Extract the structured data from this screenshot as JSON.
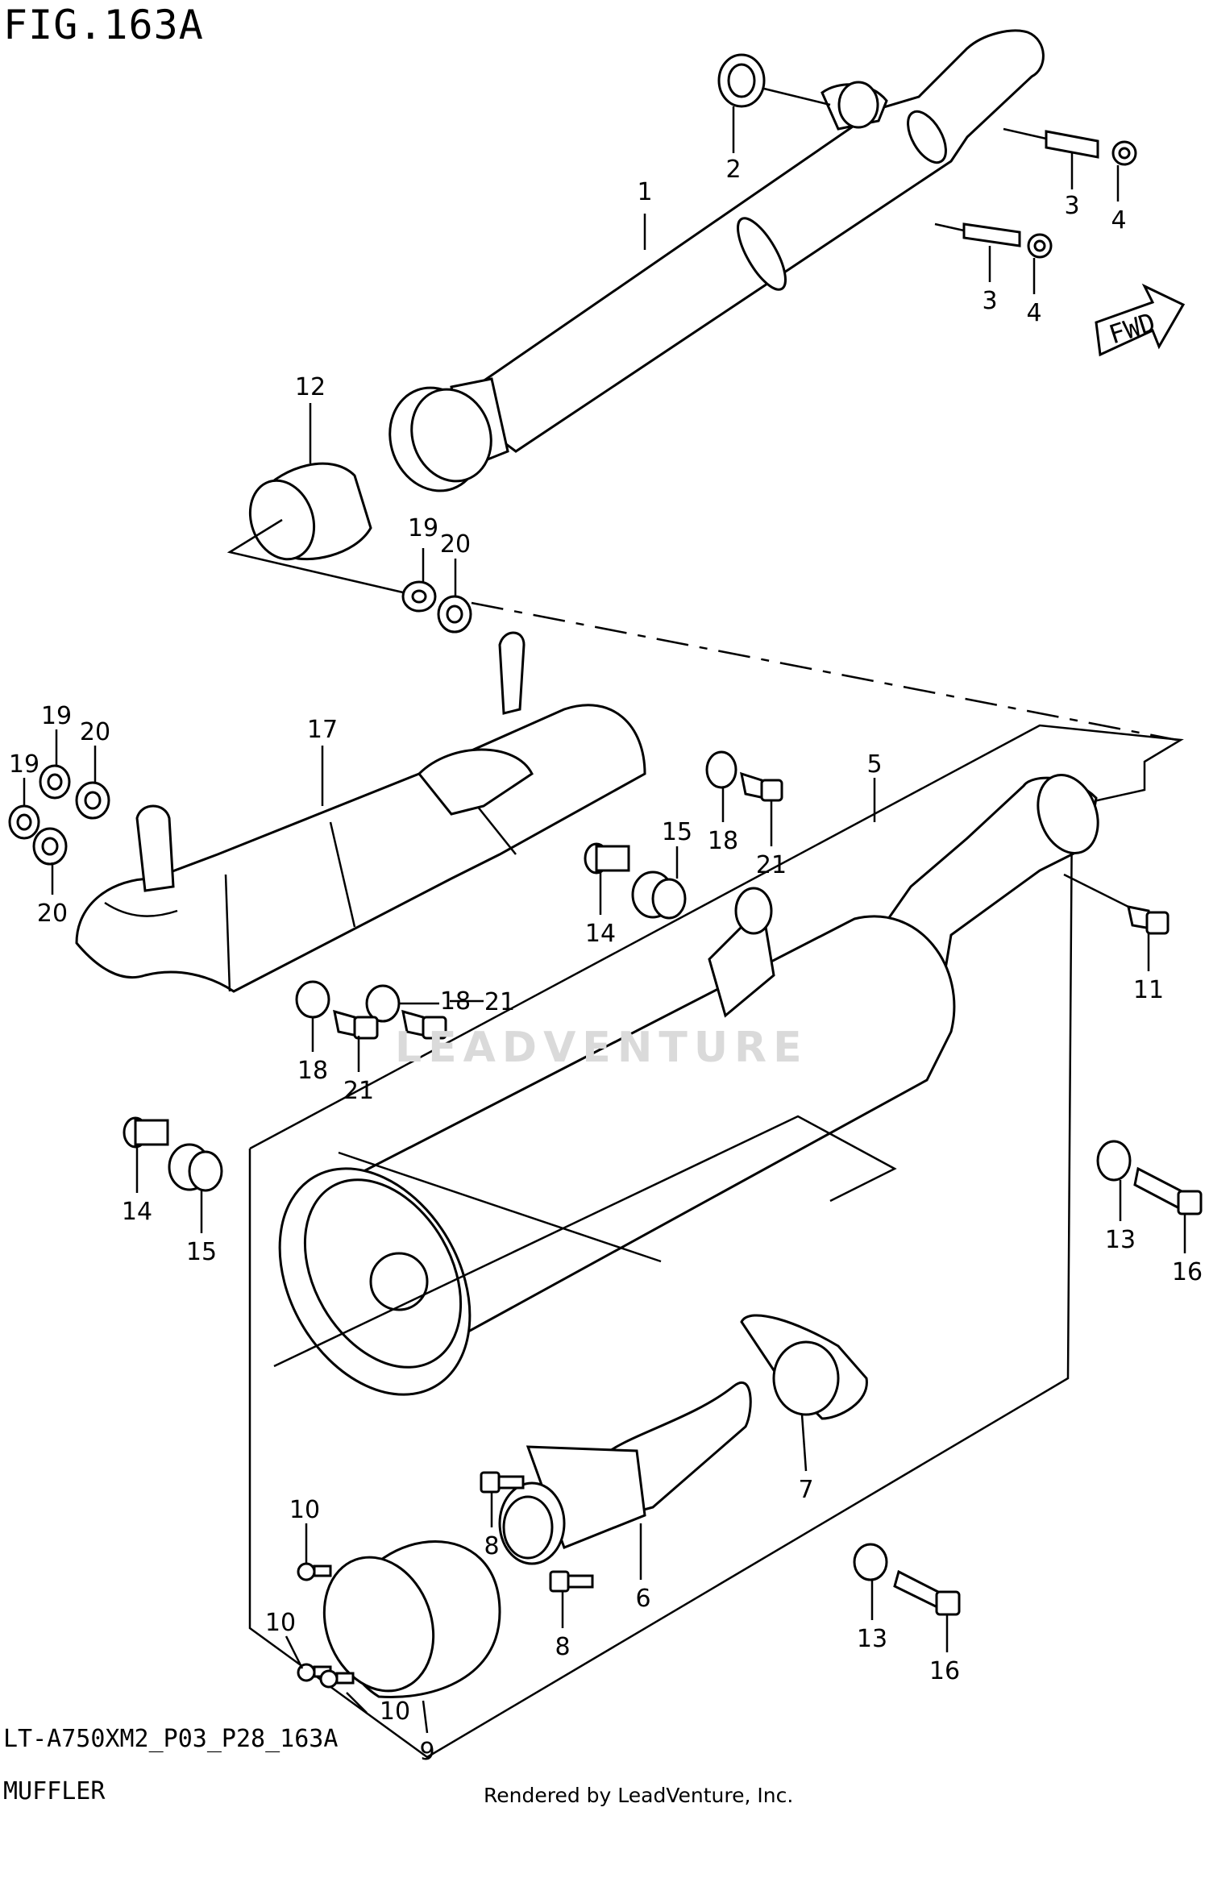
{
  "figure": {
    "title": "FIG.163A",
    "code": "LT-A750XM2_P03_P28_163A",
    "name": "MUFFLER",
    "render_credit": "Rendered by LeadVenture, Inc.",
    "watermark": "LEADVENTURE",
    "fwd_label": "FWD"
  },
  "callouts": [
    {
      "id": "c1",
      "label": "1"
    },
    {
      "id": "c2",
      "label": "2"
    },
    {
      "id": "c3a",
      "label": "3"
    },
    {
      "id": "c4a",
      "label": "4"
    },
    {
      "id": "c3b",
      "label": "3"
    },
    {
      "id": "c4b",
      "label": "4"
    },
    {
      "id": "c12",
      "label": "12"
    },
    {
      "id": "c19a",
      "label": "19"
    },
    {
      "id": "c20a",
      "label": "20"
    },
    {
      "id": "c17",
      "label": "17"
    },
    {
      "id": "c5",
      "label": "5"
    },
    {
      "id": "c19b",
      "label": "19"
    },
    {
      "id": "c20b",
      "label": "20"
    },
    {
      "id": "c19c",
      "label": "19"
    },
    {
      "id": "c20c",
      "label": "20"
    },
    {
      "id": "c18a",
      "label": "18"
    },
    {
      "id": "c21a",
      "label": "21"
    },
    {
      "id": "c15a",
      "label": "15"
    },
    {
      "id": "c14a",
      "label": "14"
    },
    {
      "id": "c11",
      "label": "11"
    },
    {
      "id": "c18b",
      "label": "18"
    },
    {
      "id": "c21b",
      "label": "21"
    },
    {
      "id": "c18c",
      "label": "18"
    },
    {
      "id": "c21c",
      "label": "21"
    },
    {
      "id": "c14b",
      "label": "14"
    },
    {
      "id": "c15b",
      "label": "15"
    },
    {
      "id": "c13a",
      "label": "13"
    },
    {
      "id": "c16a",
      "label": "16"
    },
    {
      "id": "c7",
      "label": "7"
    },
    {
      "id": "c8a",
      "label": "8"
    },
    {
      "id": "c6",
      "label": "6"
    },
    {
      "id": "c8b",
      "label": "8"
    },
    {
      "id": "c10a",
      "label": "10"
    },
    {
      "id": "c10b",
      "label": "10"
    },
    {
      "id": "c10c",
      "label": "10"
    },
    {
      "id": "c9",
      "label": "9"
    },
    {
      "id": "c13b",
      "label": "13"
    },
    {
      "id": "c16b",
      "label": "16"
    }
  ]
}
